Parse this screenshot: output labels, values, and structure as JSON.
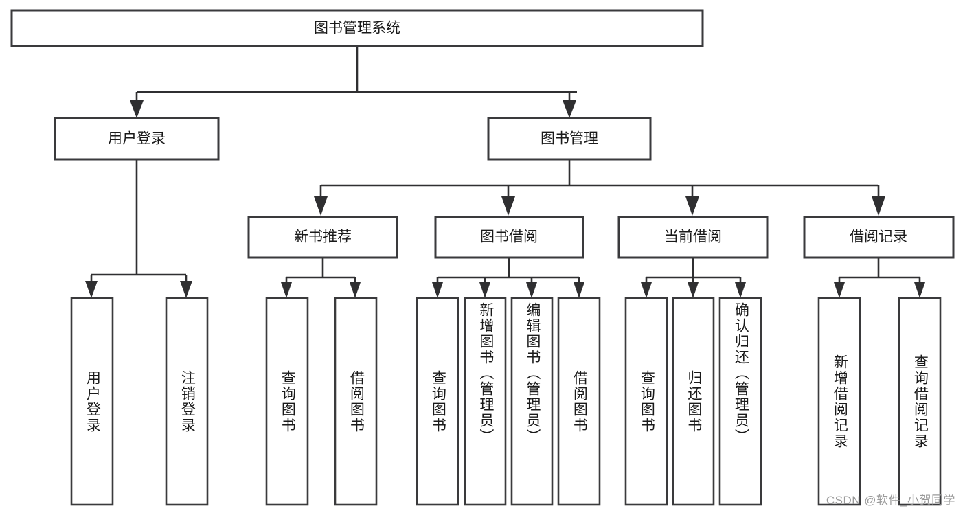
{
  "diagram": {
    "title": "图书管理系统",
    "type": "tree-hierarchy",
    "orientation": "top-down",
    "colors": {
      "box_stroke": "#3a3a3c",
      "box_fill": "#ffffff",
      "connector": "#2f2f31",
      "text": "#1a1a1a",
      "watermark": "#9a9a9a",
      "background": "#ffffff"
    },
    "root": {
      "label": "图书管理系统"
    },
    "level2": [
      {
        "label": "用户登录"
      },
      {
        "label": "图书管理"
      }
    ],
    "level3": [
      {
        "label": "新书推荐"
      },
      {
        "label": "图书借阅"
      },
      {
        "label": "当前借阅"
      },
      {
        "label": "借阅记录"
      }
    ],
    "leaves": {
      "user_login": [
        {
          "label": "用户登录"
        },
        {
          "label": "注销登录"
        }
      ],
      "new_book_recommend": [
        {
          "label": "查询图书"
        },
        {
          "label": "借阅图书"
        }
      ],
      "book_borrow": [
        {
          "label": "查询图书"
        },
        {
          "label": "新增图书（管理员）"
        },
        {
          "label": "编辑图书（管理员）"
        },
        {
          "label": "借阅图书"
        }
      ],
      "current_borrow": [
        {
          "label": "查询图书"
        },
        {
          "label": "归还图书"
        },
        {
          "label": "确认归还（管理员）"
        }
      ],
      "borrow_record": [
        {
          "label": "新增借阅记录"
        },
        {
          "label": "查询借阅记录"
        }
      ]
    }
  },
  "watermark": {
    "text": "CSDN @软件_小贺同学"
  }
}
